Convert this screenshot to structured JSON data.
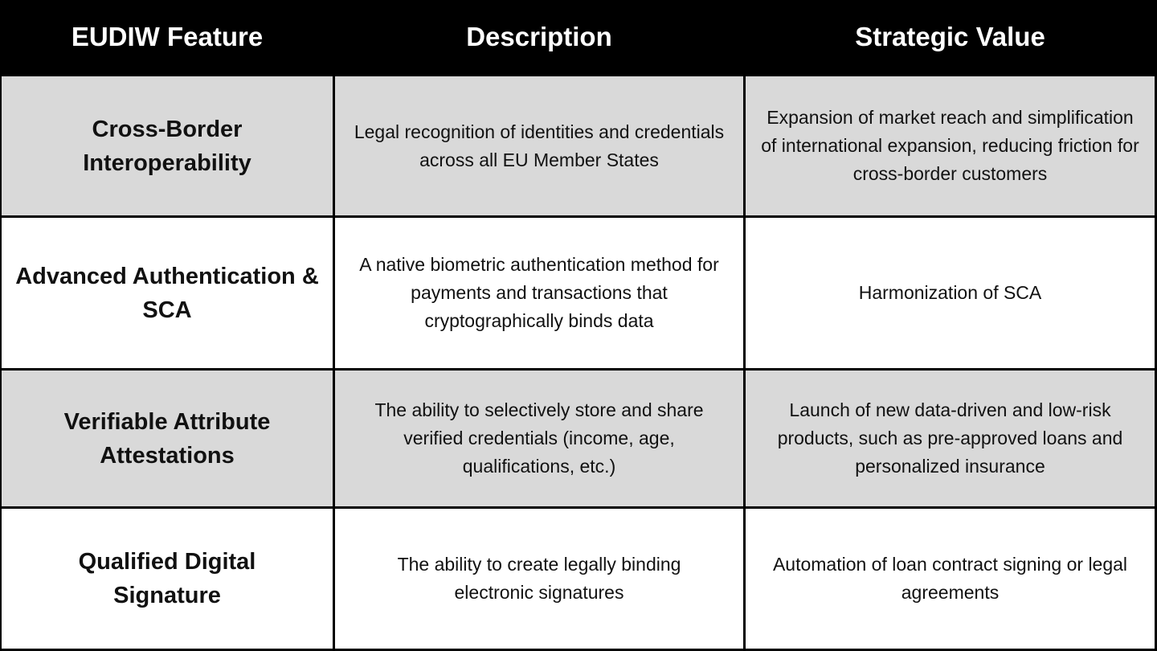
{
  "table": {
    "headers": [
      "EUDIW Feature",
      "Description",
      "Strategic Value"
    ],
    "rows": [
      {
        "feature": "Cross-Border Interoperability",
        "description": "Legal recognition of identities and credentials across all EU Member States",
        "value": "Expansion of market reach and simplification of international expansion, reducing friction for cross-border customers"
      },
      {
        "feature": "Advanced Authentication & SCA",
        "description": "A native biometric authentication method for payments and transactions that cryptographically binds data",
        "value": "Harmonization of SCA"
      },
      {
        "feature": "Verifiable Attribute Attestations",
        "description": "The ability to selectively store and share verified credentials (income, age, qualifications, etc.)",
        "value": "Launch of new data-driven and low-risk products, such as pre-approved loans and personalized insurance"
      },
      {
        "feature": "Qualified Digital Signature",
        "description": "The ability to create legally binding electronic signatures",
        "value": "Automation of loan contract signing or legal agreements"
      }
    ]
  },
  "colors": {
    "header_bg": "#000000",
    "header_text": "#ffffff",
    "row_shaded": "#d9d9d9",
    "row_plain": "#ffffff",
    "grid_lines": "#000000"
  }
}
